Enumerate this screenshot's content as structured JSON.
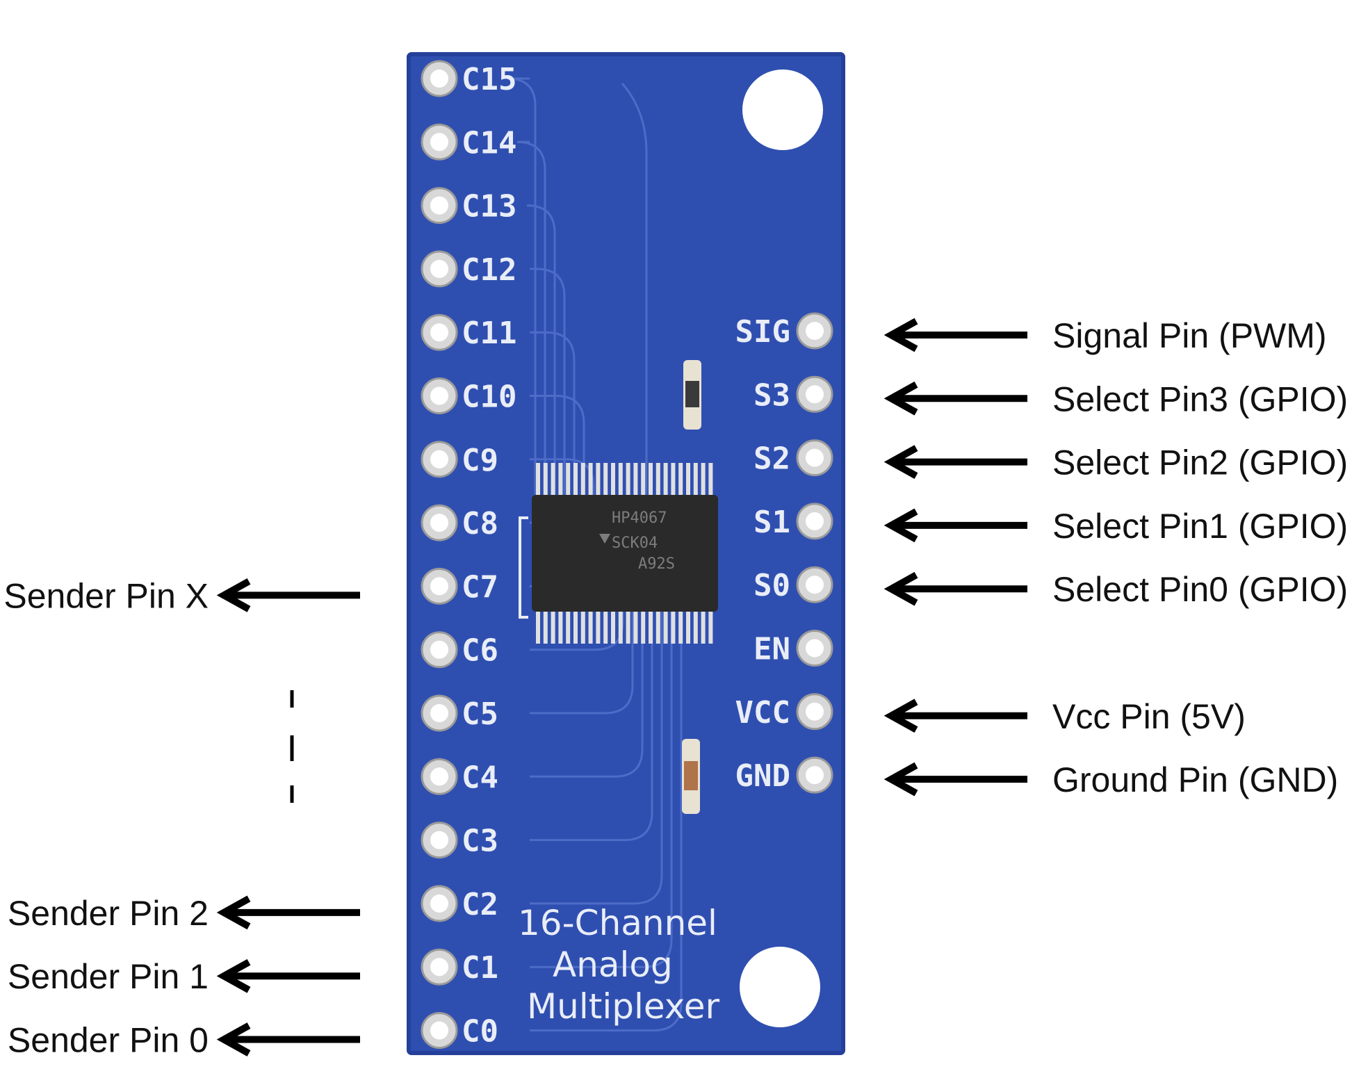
{
  "board": {
    "title_lines": [
      "16-Channel",
      "Analog",
      "Multiplexer"
    ],
    "chip_markings": [
      "HP4067",
      "SCK04",
      "A92S"
    ],
    "left_pins": [
      "C15",
      "C14",
      "C13",
      "C12",
      "C11",
      "C10",
      "C9",
      "C8",
      "C7",
      "C6",
      "C5",
      "C4",
      "C3",
      "C2",
      "C1",
      "C0"
    ],
    "right_pins": [
      "SIG",
      "S3",
      "S2",
      "S1",
      "S0",
      "EN",
      "VCC",
      "GND"
    ],
    "colors": {
      "pcb": "#2f4fb0",
      "pcb_edge": "#24409a",
      "trace": "#4d6cc8",
      "silkscreen": "#e9edf7",
      "pad": "#d8d8d8",
      "chip": "#2a2a2a",
      "chip_pin": "#e0e0e0"
    }
  },
  "annotations": {
    "right": [
      {
        "pin": "SIG",
        "label": "Signal Pin (PWM)"
      },
      {
        "pin": "S3",
        "label": "Select Pin3 (GPIO)"
      },
      {
        "pin": "S2",
        "label": "Select Pin2 (GPIO)"
      },
      {
        "pin": "S1",
        "label": "Select Pin1 (GPIO)"
      },
      {
        "pin": "S0",
        "label": "Select Pin0 (GPIO)"
      },
      {
        "pin": "VCC",
        "label": "Vcc Pin (5V)"
      },
      {
        "pin": "GND",
        "label": "Ground Pin (GND)"
      }
    ],
    "left": [
      {
        "pin": "C7",
        "label": "Sender Pin X"
      },
      {
        "pin": "C2",
        "label": "Sender Pin 2"
      },
      {
        "pin": "C1",
        "label": "Sender Pin 1"
      },
      {
        "pin": "C0",
        "label": "Sender Pin 0"
      }
    ],
    "arrow_color": "#000000"
  }
}
